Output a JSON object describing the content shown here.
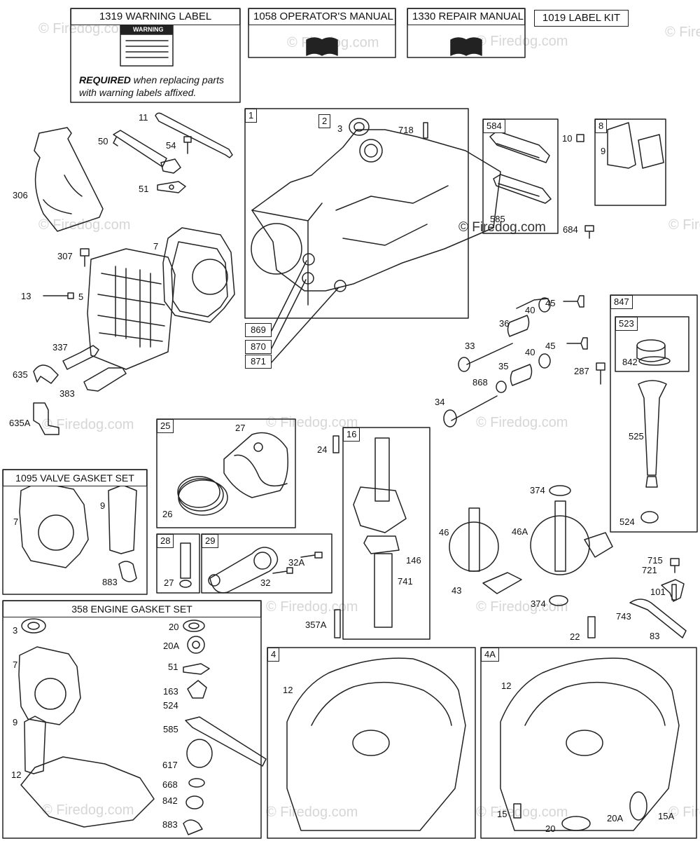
{
  "top_labels": {
    "warning_label": "1319 WARNING LABEL",
    "operators_manual": "1058 OPERATOR'S MANUAL",
    "repair_manual": "1330 REPAIR MANUAL",
    "label_kit": "1019 LABEL KIT"
  },
  "warning_note": {
    "bold": "REQUIRED",
    "rest": " when replacing parts",
    "line2": "with warning labels affixed."
  },
  "warning_sign": "WARNING",
  "watermark": "© Firedog.com",
  "kits": {
    "valve_gasket_set": "1095 VALVE GASKET SET",
    "engine_gasket_set": "358 ENGINE GASKET SET"
  },
  "group_tags": {
    "g1": "1",
    "g2": "2",
    "g584": "584",
    "g8": "8",
    "g847": "847",
    "g523": "523",
    "g25": "25",
    "g16": "16",
    "g28": "28",
    "g29": "29",
    "g4": "4",
    "g4a": "4A"
  },
  "part_numbers": {
    "p11": "11",
    "p50": "50",
    "p54": "54",
    "p51": "51",
    "p306": "306",
    "p7": "7",
    "p307": "307",
    "p13": "13",
    "p5": "5",
    "p337": "337",
    "p635": "635",
    "p383": "383",
    "p635a": "635A",
    "p3": "3",
    "p718": "718",
    "p869": "869",
    "p870": "870",
    "p871": "871",
    "p585": "585",
    "p10": "10",
    "p9": "9",
    "p684": "684",
    "p45a": "45",
    "p40a": "40",
    "p36": "36",
    "p33": "33",
    "p40b": "40",
    "p45b": "45",
    "p35": "35",
    "p868": "868",
    "p34": "34",
    "p287": "287",
    "p842": "842",
    "p525": "525",
    "p524": "524",
    "p27a": "27",
    "p26": "26",
    "p24": "24",
    "p146": "146",
    "p741": "741",
    "p357a": "357A",
    "p27b": "27",
    "p32a": "32A",
    "p32": "32",
    "p374a": "374",
    "p46": "46",
    "p46a": "46A",
    "p43": "43",
    "p374b": "374",
    "p715": "715",
    "p721": "721",
    "p101": "101",
    "p743": "743",
    "p22": "22",
    "p83": "83",
    "vg7": "7",
    "vg9": "9",
    "vg883": "883",
    "eg3": "3",
    "eg7": "7",
    "eg9": "9",
    "eg12": "12",
    "eg20": "20",
    "eg20a": "20A",
    "eg51": "51",
    "eg163": "163",
    "eg524": "524",
    "eg585": "585",
    "eg617": "617",
    "eg668": "668",
    "eg842": "842",
    "eg883": "883",
    "s4_12": "12",
    "s4a_12": "12",
    "p15": "15",
    "p20": "20",
    "p20a": "20A",
    "p15a": "15A"
  }
}
